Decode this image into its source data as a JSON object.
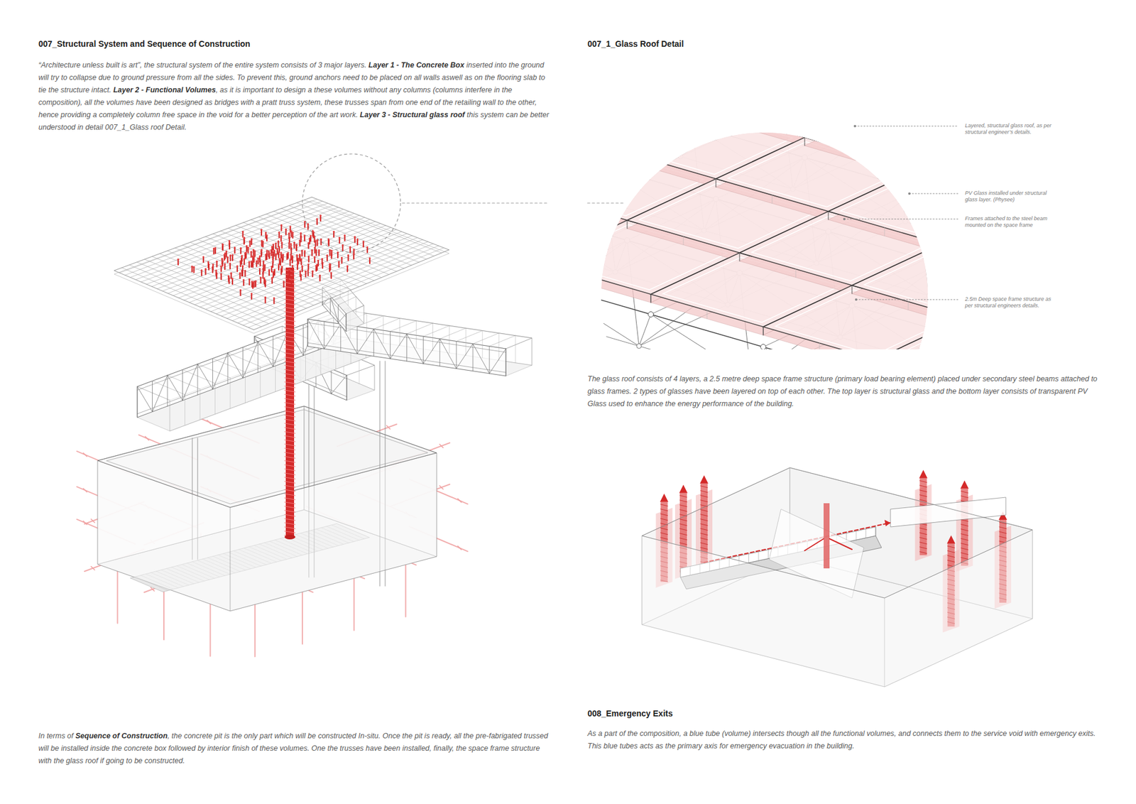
{
  "diagram": {
    "title": "007_Structural System and Sequence of Construction",
    "labels": [
      "007_1_Glass Roof Detail",
      "“Architecture unless built is art”, the structural system of the entire system consists of 3 major layers. ",
      "Layer 1 - The Concrete Box",
      " inserted into the ground will try to collapse due to ground pressure from all the sides. To prevent this, ground anchors need to be placed on all walls aswell as on the flooring slab to tie the structure intact. ",
      "Layer 2 - Functional Volumes",
      ", as it is important to design a these volumes without any columns (columns interfere in the composition), all the volumes have been designed as bridges with a pratt truss system, these trusses span from one end of the retailing wall to the other, hence providing a completely column free space in the void for a better perception of the art work. ",
      "Layer 3 - Structural glass roof",
      " this system can be better understood in detail 007_1_Glass roof Detail.",
      "Layered, structural glass roof, as per structural engineer’s details.",
      "PV Glass installed under structural glass layer. (Physee)",
      "Frames attached to the steel beam mounted on the space frame",
      "2.5m Deep space frame structure as per structural engineers details.",
      "The glass roof consists of 4 layers, a 2.5 metre deep space frame structure (primary load bearing element) placed under secondary steel beams attached to glass frames. 2 types of glasses have been layered on top of each other. The top layer is structural glass and the bottom layer consists of transparent PV Glass used to enhance the energy performance of the building.",
      "008_Emergency Exits",
      "As a part of the composition, a blue tube (volume) intersects though all the functional volumes, and connects them to the service void with emergency exits. This blue tubes acts as the primary axis for emergency evacuation in the building.",
      "In terms of ",
      "Sequence of Construction",
      ", the concrete pit is the only part which will be constructed In-situ. Once the pit is ready, all the pre-fabrigated trussed will be installed inside the concrete box followed by interior finish of these volumes. One the trusses have been installed, finally, the space frame structure with the glass roof if going to be constructed."
    ]
  }
}
